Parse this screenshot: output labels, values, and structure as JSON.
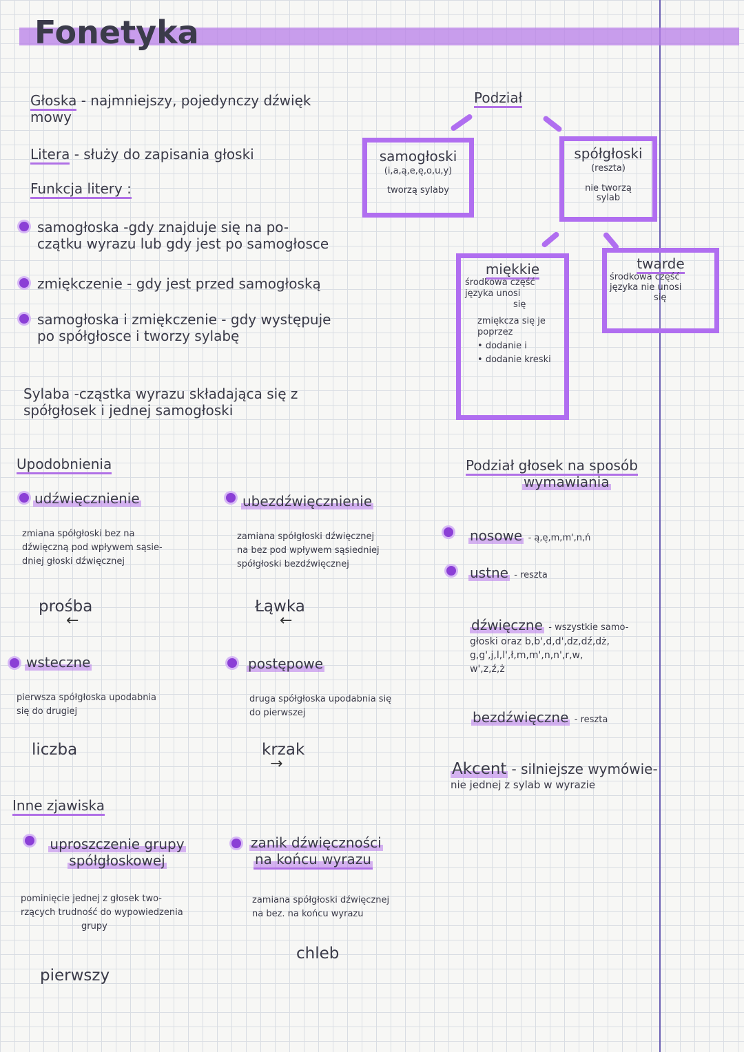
{
  "title": "Fonetyka",
  "left": {
    "gloska": {
      "term": "Głoska",
      "def": "- najmniejszy, pojedynczy dźwięk",
      "def2": "mowy"
    },
    "litera": {
      "term": "Litera",
      "def": "- służy do zapisania głoski"
    },
    "funkcja": {
      "heading": "Funkcja litery :"
    },
    "funkcje": [
      {
        "line1": "samogłoska -gdy znajduje się na po-",
        "line2": "czątku wyrazu lub gdy jest po samogłosce"
      },
      {
        "line1": "zmiękczenie - gdy jest przed samogłoską",
        "line2": ""
      },
      {
        "line1": "samogłoska i zmiękczenie - gdy występuje",
        "line2": "po spółgłosce i tworzy sylabę"
      }
    ],
    "sylaba": {
      "line1": "Sylaba -cząstka wyrazu składająca się z",
      "line2": "spółgłosek i jednej samogłoski"
    },
    "upodobnienia": {
      "heading": "Upodobnienia",
      "udzw": {
        "label": "udźwięcznienie",
        "d1": "zmiana spółgłoski bez na",
        "d2": "dźwięczną pod wpływem sąsie-",
        "d3": "dniej głoski dźwięcznej",
        "example": "prośba"
      },
      "ubezdzw": {
        "label": "ubezdźwięcznienie",
        "d1": "zamiana spółgłoski dźwięcznej",
        "d2": "na bez pod wpływem sąsiedniej",
        "d3": "spółgłoski bezdźwięcznej",
        "example": "Łąwka"
      },
      "wsteczne": {
        "label": "wsteczne",
        "d1": "pierwsza spółgłoska upodabnia",
        "d2": "się do drugiej",
        "example": "liczba"
      },
      "postepowe": {
        "label": "postępowe",
        "d1": "druga spółgłoska upodabnia się",
        "d2": "do pierwszej",
        "example": "krzak"
      }
    },
    "inne": {
      "heading": "Inne zjawiska",
      "uproszczenie": {
        "label1": "uproszczenie grupy",
        "label2": "spółgłoskowej",
        "d1": "pominięcie jednej z głosek two-",
        "d2": "rzących trudność do wypowiedzenia",
        "d3": "grupy",
        "example": "pierwszy"
      },
      "zanik": {
        "label1": "zanik dźwięczności",
        "label2": "na końcu wyrazu",
        "d1": "zamiana spółgłoski dźwięcznej",
        "d2": "na bez. na końcu wyrazu",
        "example": "chleb"
      }
    }
  },
  "right": {
    "podzial": "Podział",
    "samogloski": {
      "title": "samogłoski",
      "letters": "(i,a,ą,e,ę,o,u,y)",
      "desc": "tworzą sylaby"
    },
    "spolgloski": {
      "title": "spółgłoski",
      "sub": "(reszta)",
      "desc1": "nie tworzą",
      "desc2": "sylab"
    },
    "miekkie": {
      "title": "miękkie",
      "d1": "środkowa część",
      "d2": "języka unosi",
      "d3": "się",
      "d4": "zmiękcza się je",
      "d5": "poprzez",
      "b1": "dodanie i",
      "b2": "dodanie kreski"
    },
    "twarde": {
      "title": "twarde",
      "d1": "środkowa część",
      "d2": "języka nie unosi",
      "d3": "się"
    },
    "sposob": {
      "line1": "Podział głosek na sposób",
      "line2": "wymawiania"
    },
    "nosowe": {
      "term": "nosowe",
      "def": "- ą,ę,m,m',n,ń"
    },
    "ustne": {
      "term": "ustne",
      "def": "- reszta"
    },
    "dzwieczne": {
      "term": "dźwięczne",
      "d0": "- wszystkie samo-",
      "d1": "głoski oraz b,b',d,d',dz,dź,dż,",
      "d2": "g,g',j,l,l',ł,m,m',n,n',r,w,",
      "d3": "w',z,ź,ż"
    },
    "bezdzwieczne": {
      "term": "bezdźwięczne",
      "def": "- reszta"
    },
    "akcent": {
      "term": "Akcent",
      "d1": "- silniejsze wymówie-",
      "d2": "nie jednej z sylab w wyrazie"
    }
  }
}
